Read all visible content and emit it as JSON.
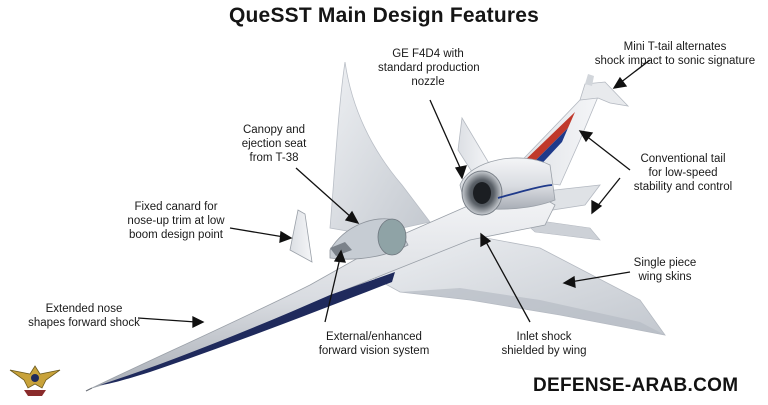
{
  "title": "QueSST Main Design Features",
  "callouts": {
    "engine": [
      "GE F4D4 with",
      "standard production",
      "nozzle"
    ],
    "ttail": [
      "Mini T-tail alternates",
      "shock impact to sonic signature"
    ],
    "canopy": [
      "Canopy and",
      "ejection seat",
      "from T-38"
    ],
    "conv_tail": [
      "Conventional tail",
      "for low-speed",
      "stability and control"
    ],
    "canard": [
      "Fixed canard for",
      "nose-up trim at low",
      "boom design point"
    ],
    "wing": [
      "Single piece",
      "wing skins"
    ],
    "nose": [
      "Extended nose",
      "shapes forward shock"
    ],
    "vision": [
      "External/enhanced",
      "forward vision system"
    ],
    "inlet": [
      "Inlet shock",
      "shielded by wing"
    ]
  },
  "watermark": "DEFENSE-ARAB.COM",
  "colors": {
    "fuselage": "#e6e8eb",
    "wing": "#dfe2e6",
    "underside": "#1f2a5c",
    "stripe_red": "#c0392b",
    "stripe_blue": "#1f3a8a",
    "leader": "#111111"
  }
}
